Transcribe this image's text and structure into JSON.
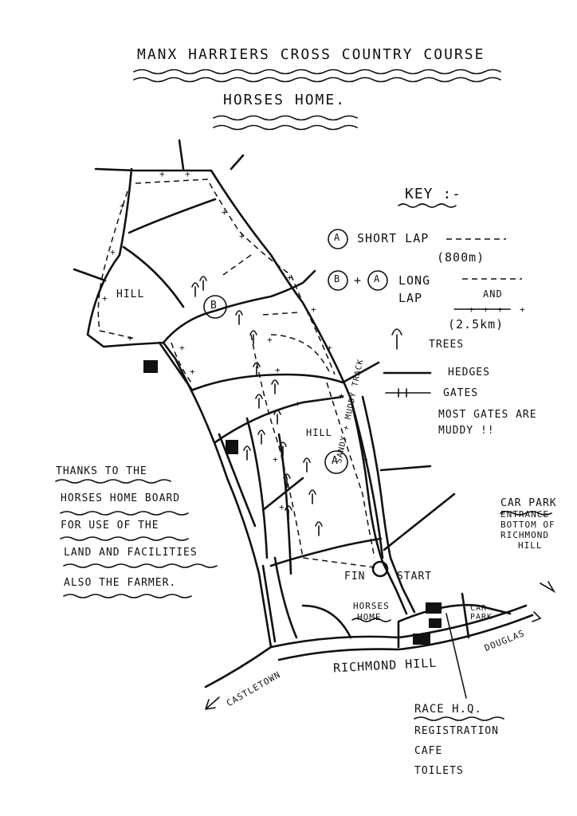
{
  "title": "MANX HARRIERS CROSS COUNTRY COURSE",
  "subtitle": "HORSES HOME.",
  "key": {
    "heading": "KEY :-",
    "short_marker": "A",
    "short_label": "SHORT LAP",
    "short_distance": "(800m)",
    "long_marker_b": "B",
    "long_plus": "+",
    "long_marker_a": "A",
    "long_label_1": "LONG",
    "long_label_2": "LAP",
    "long_and": "AND",
    "long_distance": "(2.5km)",
    "trees": "TREES",
    "hedges": "HEDGES",
    "gates": "GATES",
    "note_1": "MOST GATES ARE",
    "note_2": "MUDDY !!"
  },
  "map_labels": {
    "hill_1": "HILL",
    "hill_2": "HILL",
    "zone_b": "B",
    "zone_a": "A",
    "track": "SANDY + MUDDY TRACK",
    "finish": "FIN",
    "start": "START",
    "horses_home_1": "HORSES",
    "horses_home_2": "HOME",
    "car_park": "CAR PARK",
    "road": "RICHMOND HILL",
    "castletown": "CASTLETOWN",
    "douglas": "DOUGLAS"
  },
  "car_park_note": [
    "CAR PARK",
    "ENTRANCE",
    "BOTTOM OF",
    "RICHMOND",
    "HILL"
  ],
  "race_hq": {
    "heading": "RACE H.Q.",
    "items": [
      "REGISTRATION",
      "CAFE",
      "TOILETS"
    ]
  },
  "thanks": [
    "THANKS TO THE",
    "HORSES HOME BOARD",
    "FOR USE OF THE",
    "LAND AND FACILITIES",
    "ALSO THE FARMER."
  ]
}
